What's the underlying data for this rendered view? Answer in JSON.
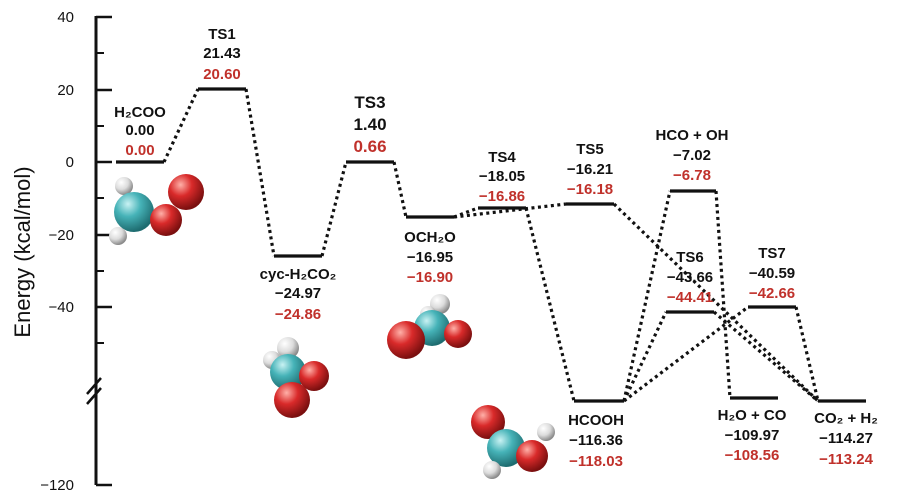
{
  "axis": {
    "ylabel": "Energy (kcal/mol)",
    "ticks": [
      "40",
      "20",
      "0",
      "−20",
      "−40",
      "−120"
    ]
  },
  "colors": {
    "text": "#111111",
    "value_secondary": "#c0312b",
    "atom_carbon": "#46b3b8",
    "atom_oxygen": "#d92a2a",
    "atom_hydrogen": "#e8e8e8"
  },
  "levels": [
    {
      "id": "h2coo",
      "label": "H₂COO",
      "v1": "0.00",
      "v2": "0.00"
    },
    {
      "id": "ts1",
      "label": "TS1",
      "v1": "21.43",
      "v2": "20.60"
    },
    {
      "id": "cyc",
      "label": "cyc-H₂CO₂",
      "v1": "−24.97",
      "v2": "−24.86"
    },
    {
      "id": "ts3",
      "label": "TS3",
      "v1": "1.40",
      "v2": "0.66"
    },
    {
      "id": "och2o",
      "label": "OCH₂O",
      "v1": "−16.95",
      "v2": "−16.90"
    },
    {
      "id": "ts4",
      "label": "TS4",
      "v1": "−18.05",
      "v2": "−16.86"
    },
    {
      "id": "ts5",
      "label": "TS5",
      "v1": "−16.21",
      "v2": "−16.18"
    },
    {
      "id": "hcooh",
      "label": "HCOOH",
      "v1": "−116.36",
      "v2": "−118.03"
    },
    {
      "id": "hco_oh",
      "label": "HCO + OH",
      "v1": "−7.02",
      "v2": "−6.78"
    },
    {
      "id": "ts6",
      "label": "TS6",
      "v1": "−43.66",
      "v2": "−44.41"
    },
    {
      "id": "ts7",
      "label": "TS7",
      "v1": "−40.59",
      "v2": "−42.66"
    },
    {
      "id": "h2o_co",
      "label": "H₂O + CO",
      "v1": "−109.97",
      "v2": "−108.56"
    },
    {
      "id": "co2_h2",
      "label": "CO₂ + H₂",
      "v1": "−114.27",
      "v2": "−113.24"
    }
  ]
}
